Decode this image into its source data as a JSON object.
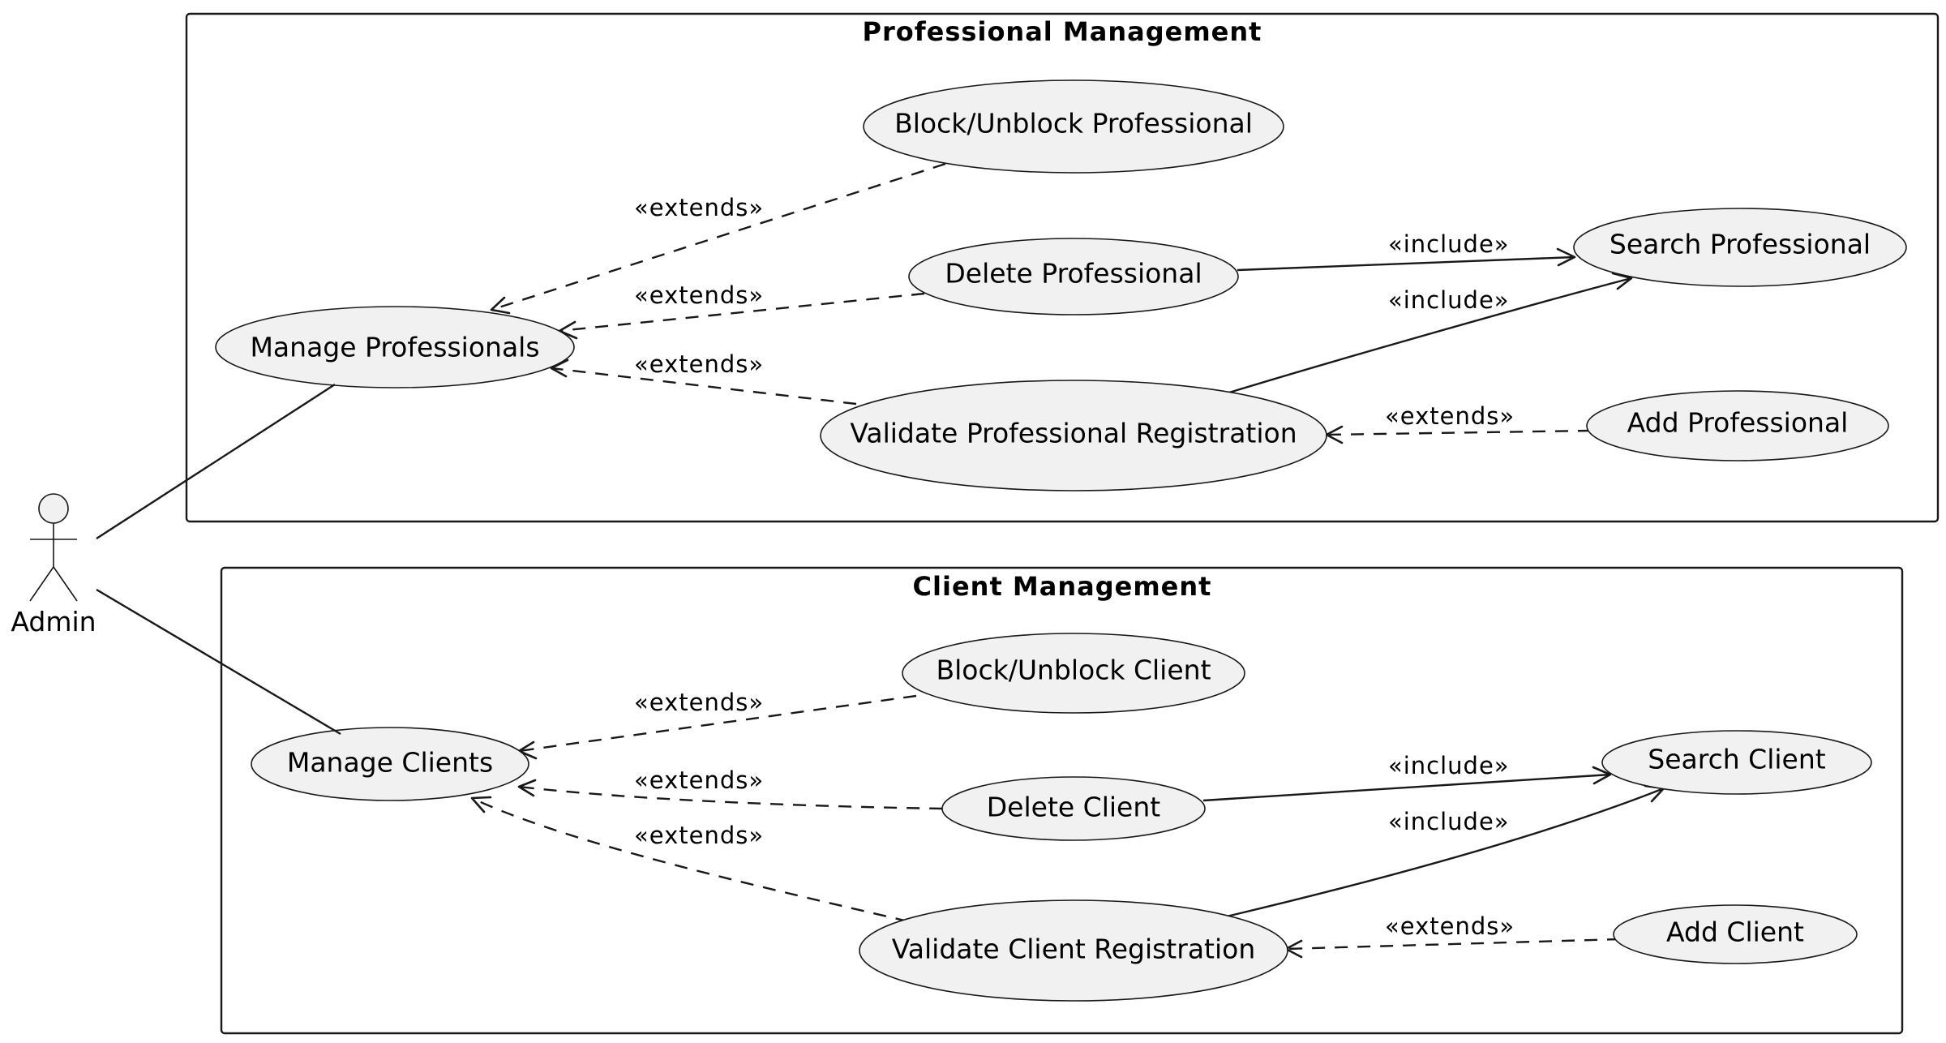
{
  "actor": {
    "name": "Admin"
  },
  "packages": [
    {
      "id": "professional",
      "title": "Professional Management",
      "use_cases": {
        "manage": "Manage Professionals",
        "block": "Block/Unblock Professional",
        "delete": "Delete Professional",
        "validate": "Validate Professional Registration",
        "search": "Search Professional",
        "add": "Add Professional"
      },
      "relations": {
        "block_manage": "«extends»",
        "delete_manage": "«extends»",
        "validate_manage": "«extends»",
        "delete_search": "«include»",
        "validate_search": "«include»",
        "add_validate": "«extends»"
      }
    },
    {
      "id": "client",
      "title": "Client Management",
      "use_cases": {
        "manage": "Manage Clients",
        "block": "Block/Unblock Client",
        "delete": "Delete Client",
        "validate": "Validate Client Registration",
        "search": "Search Client",
        "add": "Add Client"
      },
      "relations": {
        "block_manage": "«extends»",
        "delete_manage": "«extends»",
        "validate_manage": "«extends»",
        "delete_search": "«include»",
        "validate_search": "«include»",
        "add_validate": "«extends»"
      }
    }
  ],
  "colors": {
    "use_case_fill": "#f1f1f1",
    "stroke": "#181818",
    "background": "#ffffff"
  }
}
